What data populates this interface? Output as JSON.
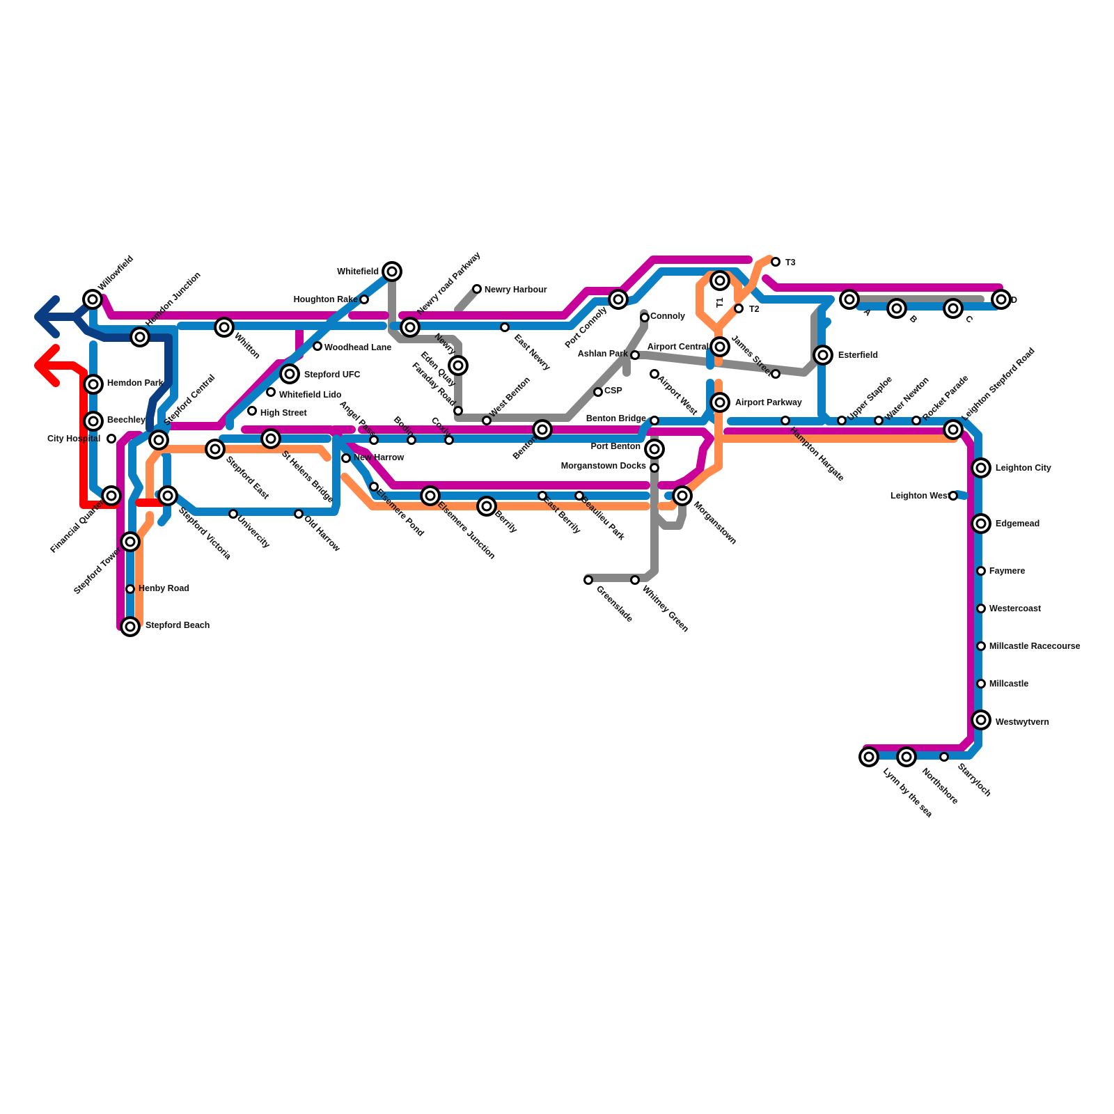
{
  "colors": {
    "blue": "#0a7fc4",
    "magenta": "#c8009a",
    "orange": "#ff8a4c",
    "gray": "#878787",
    "navy": "#0b3d82",
    "red": "#ff0000"
  },
  "stations": {
    "willowfield": "Willowfield",
    "hemdon_junction": "Hemdon Junction",
    "whitton": "Whitton",
    "hemdon_park": "Hemdon Park",
    "beechley": "Beechley",
    "city_hospital": "City Hospital",
    "financial_quarter": "Financial Quarter",
    "stepford_central": "Stepford Central",
    "stepford_east": "Stepford East",
    "stepford_victoria": "Stepford Victoria",
    "stepford_tower": "Stepford Tower",
    "henby_road": "Henby Road",
    "stepford_beach": "Stepford Beach",
    "univercity": "Univercity",
    "old_harrow": "Old Harrow",
    "st_helens_bridge": "St Helens Bridge",
    "high_street": "High Street",
    "whitefield_lido": "Whitefield Lido",
    "stepford_ufc": "Stepford UFC",
    "woodhead_lane": "Woodhead Lane",
    "houghton_rake": "Houghton Rake",
    "whitefield": "Whitefield",
    "newry_road_parkway": "Newry road Parkway",
    "newry_harbour": "Newry Harbour",
    "newry": "Newry",
    "east_newry": "East Newry",
    "eden_quay": "Eden Quay",
    "faraday_road": "Faraday Road",
    "west_benton": "West Benton",
    "benton": "Benton",
    "angel_pass": "Angel Pass",
    "bodin": "Bodin",
    "coxly": "Coxly",
    "new_harrow": "New Harrow",
    "elsemere_pond": "Elsemere Pond",
    "elsemere_junction": "Elsemere Junction",
    "berrily": "Berrily",
    "east_berrily": "East Berrily",
    "beaulieu_park": "Beaulieu Park",
    "port_connoly": "Port Connoly",
    "connoly": "Connoly",
    "ashlan_park": "Ashlan Park",
    "csp": "CSP",
    "airport_west": "Airport West",
    "benton_bridge": "Benton Bridge",
    "port_benton": "Port Benton",
    "morganstown_docks": "Morganstown Docks",
    "morganstown": "Morganstown",
    "greenslade": "Greenslade",
    "whitney_green": "Whitney Green",
    "t1": "T1",
    "t2": "T2",
    "t3": "T3",
    "airport_central": "Airport Central",
    "airport_parkway": "Airport Parkway",
    "james_street": "James Street",
    "hampton_hargate": "Hampton Hargate",
    "esterfield": "Esterfield",
    "a": "A",
    "b": "B",
    "c": "C",
    "d": "D",
    "upper_staploe": "Upper Staploe",
    "water_newton": "Water Newton",
    "rocket_parade": "Rocket Parade",
    "leighton_stepford_road": "Leighton Stepford Road",
    "leighton_city": "Leighton City",
    "leighton_west": "Leighton West",
    "edgemead": "Edgemead",
    "faymere": "Faymere",
    "westercoast": "Westercoast",
    "millcastle_racecourse": "Millcastle Racecourse",
    "millcastle": "Millcastle",
    "westwyvern": "Westwytvern",
    "starryloch": "Starryloch",
    "northshore": "Northshore",
    "lynn_by_the_sea": "Lynn by the sea"
  }
}
